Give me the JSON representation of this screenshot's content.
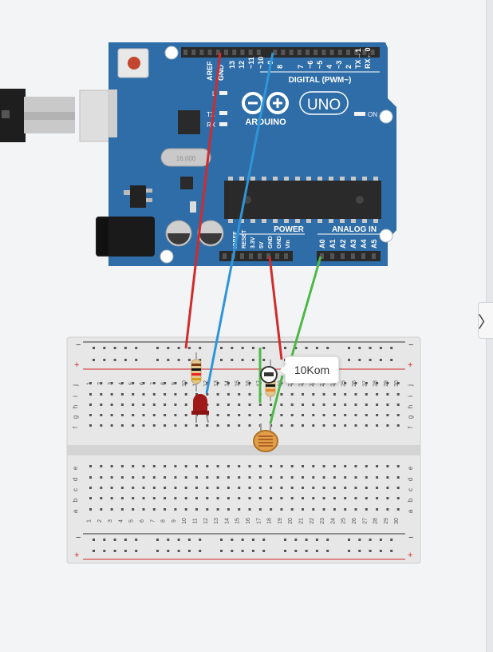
{
  "colors": {
    "board": "#2f6da8",
    "board_edge": "#245a8e",
    "breadboard": "#e7e7e7",
    "rail_red": "#d12828",
    "rail_dark": "#333333",
    "wire_red": "#d22b2b",
    "wire_blue": "#2e96d8",
    "wire_green": "#4fb848"
  },
  "arduino": {
    "logo": "ARDUINO",
    "model": "UNO",
    "digital_label": "DIGITAL (PWM~)",
    "power_label": "POWER",
    "analog_label": "ANALOG IN",
    "on_label": "ON",
    "aref": "AREF",
    "gnd": "GND",
    "top_pins": [
      "13",
      "12",
      "~11",
      "~10",
      "~9",
      "8",
      "7",
      "~6",
      "~5",
      "4",
      "~3",
      "2",
      "TX→1",
      "RX←0"
    ],
    "power_pins": [
      "IOREF",
      "RESET",
      "3.3V",
      "5V",
      "GND",
      "GND",
      "Vin"
    ],
    "analog_pins": [
      "A0",
      "A1",
      "A2",
      "A3",
      "A4",
      "A5"
    ],
    "side_l": "L",
    "side_tx": "TX",
    "side_rx": "RX",
    "crystal": "16.000"
  },
  "breadboard": {
    "columns": [
      "1",
      "2",
      "3",
      "4",
      "5",
      "6",
      "7",
      "8",
      "9",
      "10",
      "11",
      "12",
      "13",
      "14",
      "15",
      "16",
      "17",
      "18",
      "19",
      "20",
      "21",
      "22",
      "23",
      "24",
      "25",
      "26",
      "27",
      "28",
      "29",
      "30"
    ],
    "rows_top": [
      "j",
      "i",
      "h",
      "g",
      "f"
    ],
    "rows_bottom": [
      "e",
      "d",
      "c",
      "b",
      "a"
    ],
    "minus": "−",
    "plus": "+"
  },
  "tooltip": {
    "text": "10Kom"
  },
  "side_tab": {
    "icon": "chevron-right-icon",
    "glyph": "〉"
  }
}
